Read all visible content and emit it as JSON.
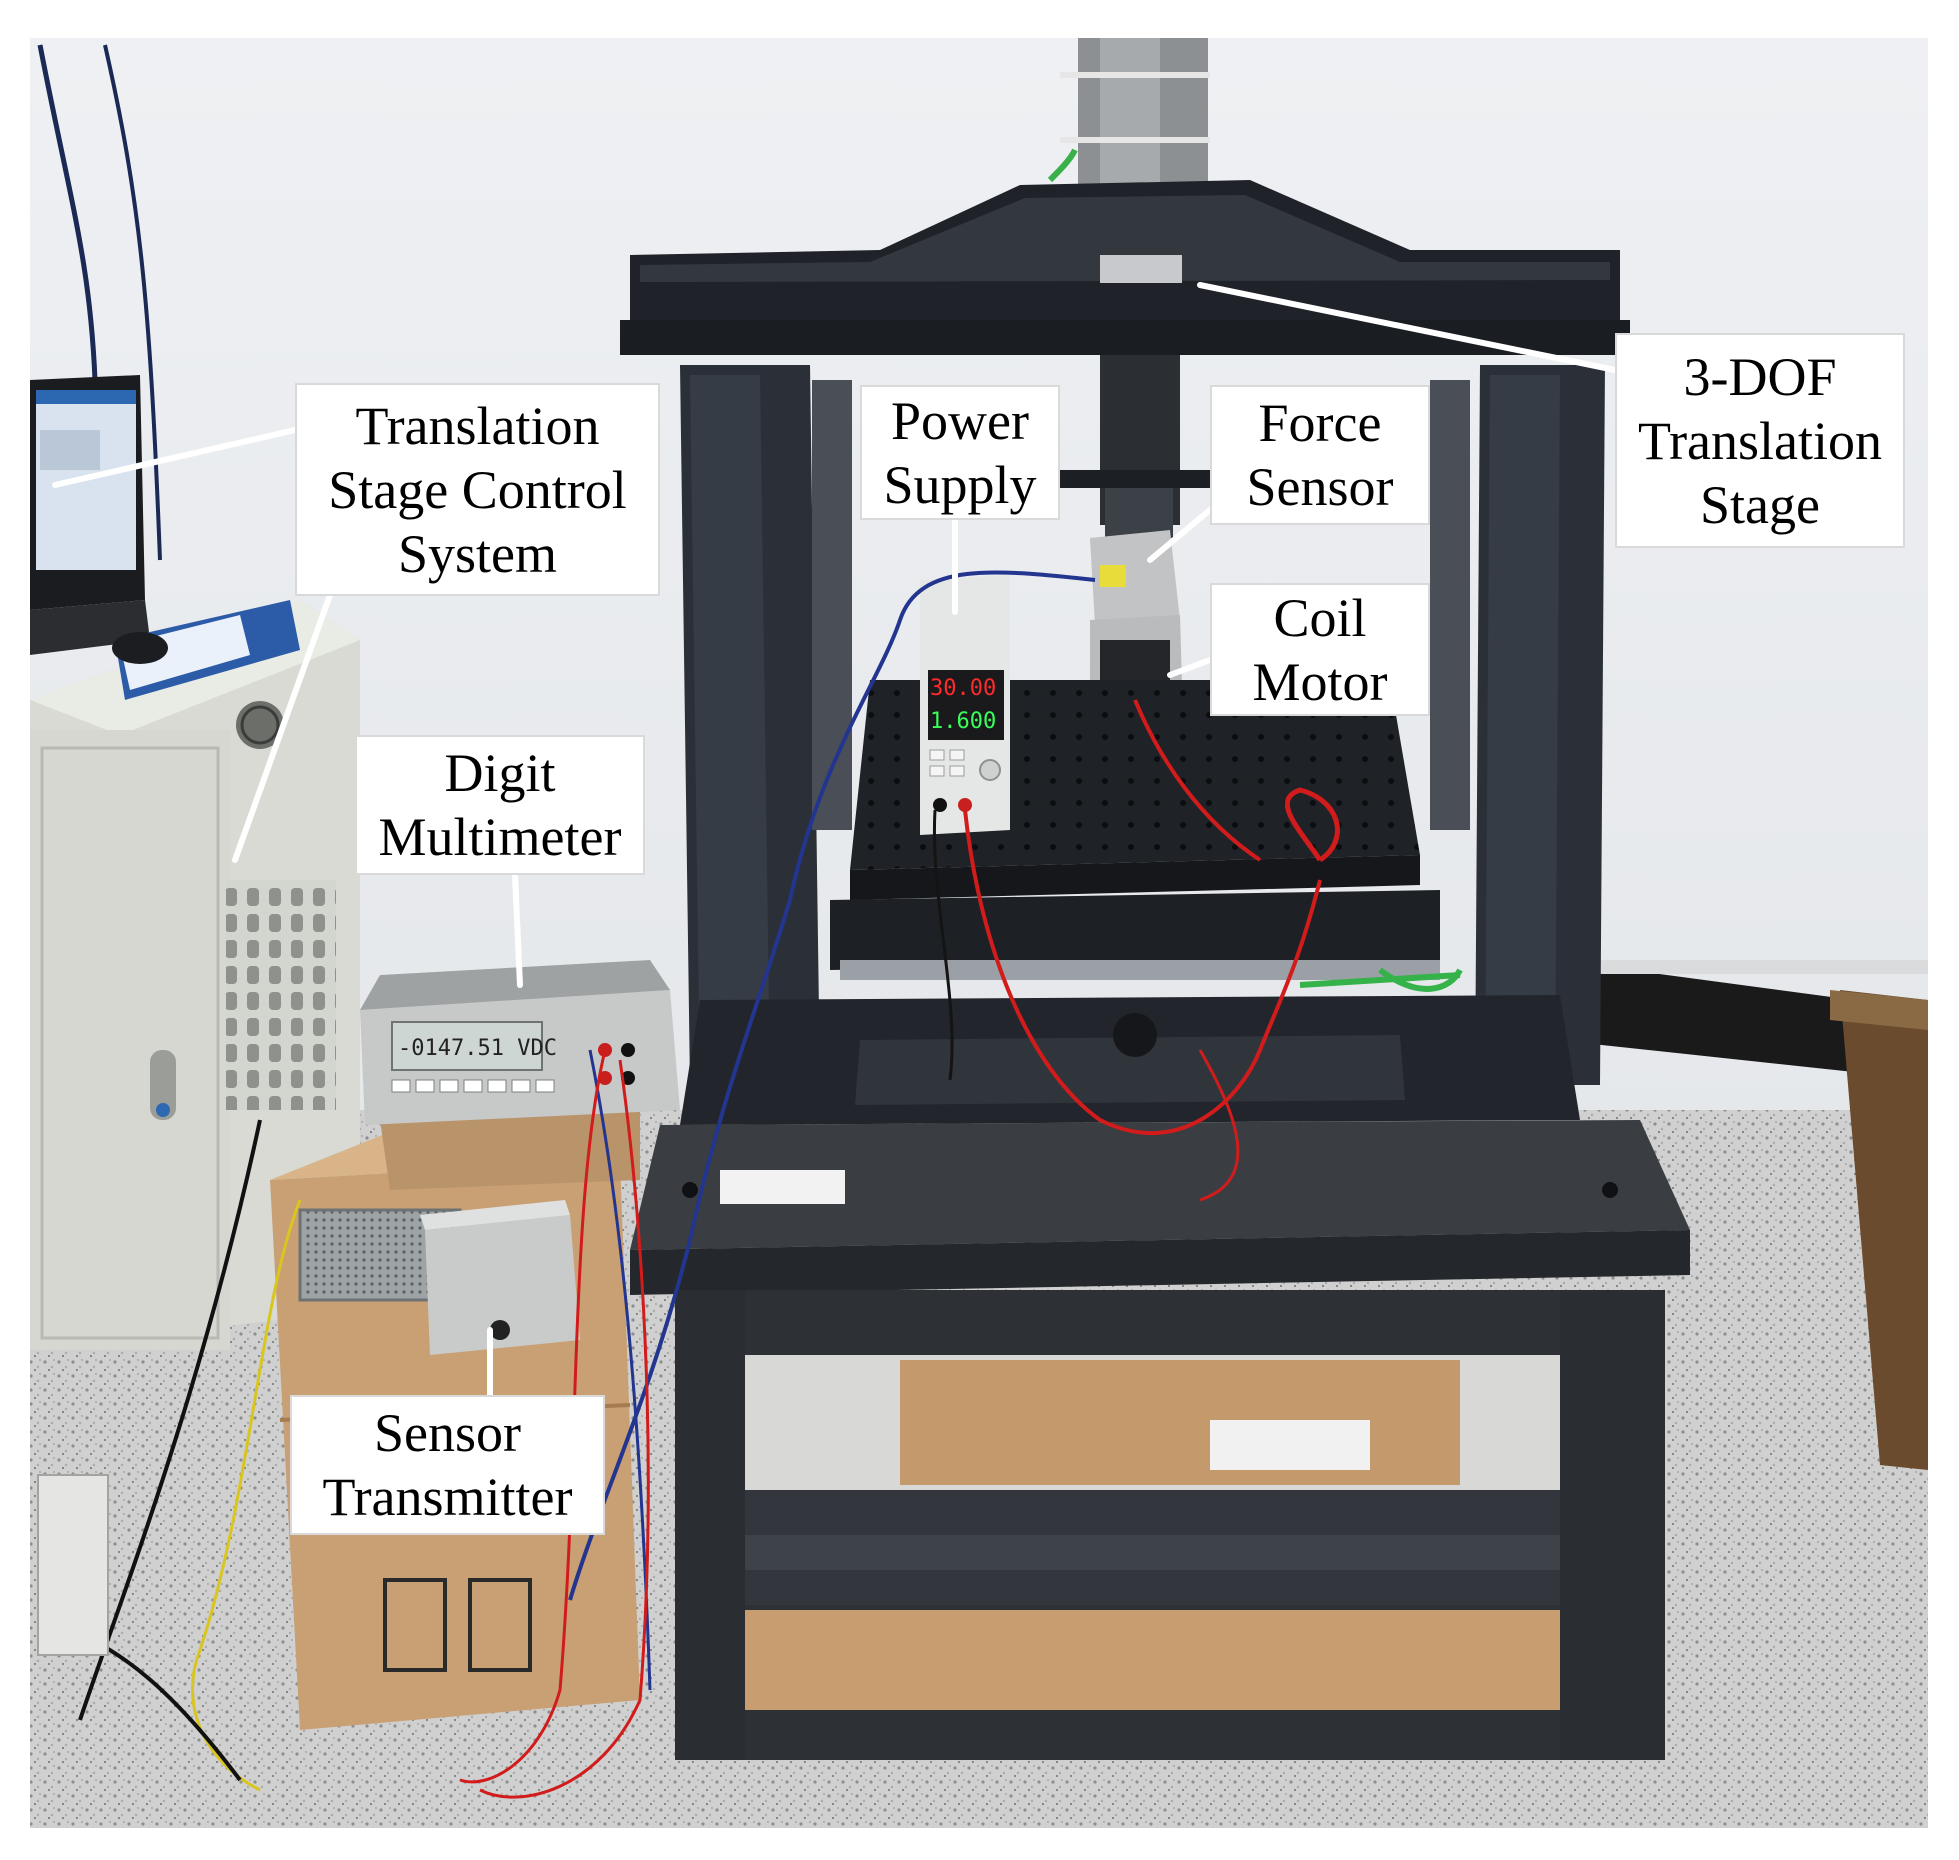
{
  "figure": {
    "background_color": "#ffffff",
    "callouts": [
      {
        "id": "translation-stage-control-system",
        "lines": [
          "Translation",
          "Stage Control",
          "System"
        ]
      },
      {
        "id": "power-supply",
        "lines": [
          "Power",
          "Supply"
        ]
      },
      {
        "id": "force-sensor",
        "lines": [
          "Force",
          "Sensor"
        ]
      },
      {
        "id": "3-dof-translation-stage",
        "lines": [
          "3-DOF",
          "Translation",
          "Stage"
        ]
      },
      {
        "id": "coil-motor",
        "lines": [
          "Coil",
          "Motor"
        ]
      },
      {
        "id": "digit-multimeter",
        "lines": [
          "Digit",
          "Multimeter"
        ]
      },
      {
        "id": "sensor-transmitter",
        "lines": [
          "Sensor",
          "Transmitter"
        ]
      }
    ],
    "instrument_readouts": {
      "power_supply_voltage": "30.00",
      "power_supply_current": "1.600",
      "multimeter_display": "-0147.51 VDC"
    },
    "colors": {
      "leader_line": "#ffffff",
      "frame": "#2a2e35",
      "wall": "#e9ebee",
      "floor": "#cfd0d0",
      "cardboard": "#c49a6c",
      "red_wire": "#d21c1c",
      "blue_wire": "#23358f",
      "green_cable": "#35b24a",
      "yellow_wire": "#d9c51f",
      "display_red": "#ff2a2a",
      "display_green": "#37ff5a"
    }
  }
}
